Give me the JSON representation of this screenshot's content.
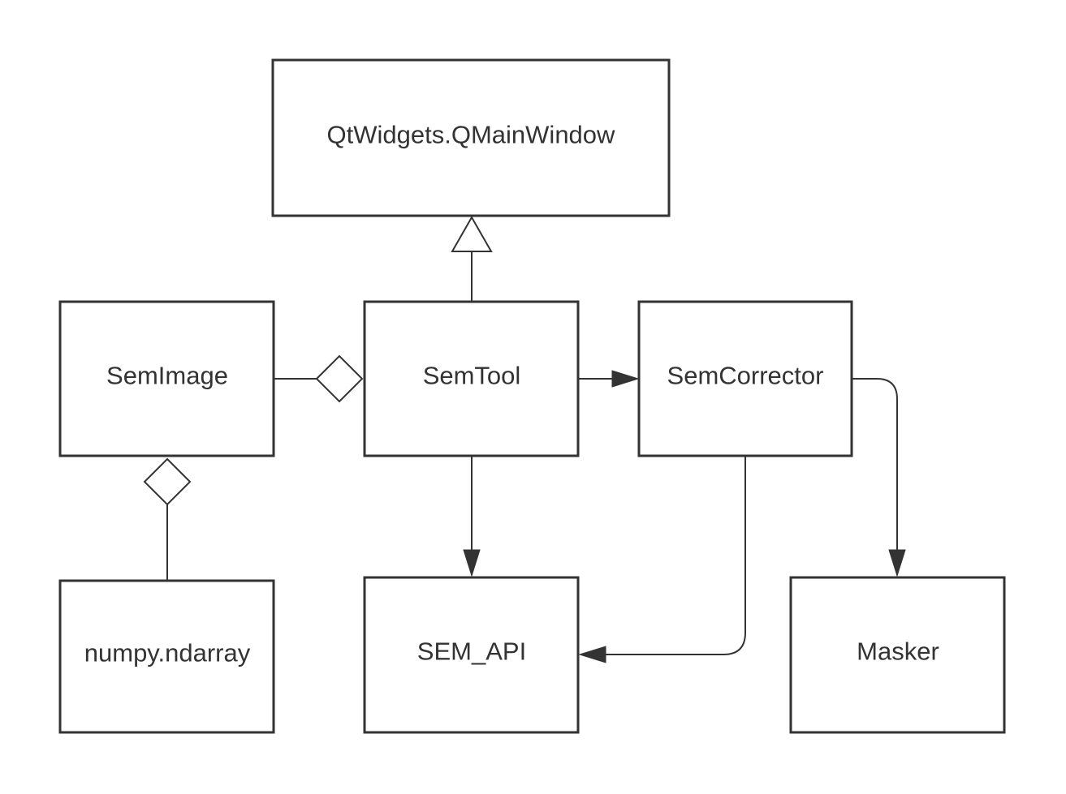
{
  "classes": {
    "qmainwindow": "QtWidgets.QMainWindow",
    "semimage": "SemImage",
    "semtool": "SemTool",
    "semcorrector": "SemCorrector",
    "ndarray": "numpy.ndarray",
    "semapi": "SEM_API",
    "masker": "Masker"
  },
  "relationships": [
    {
      "from": "semtool",
      "to": "qmainwindow",
      "type": "inheritance"
    },
    {
      "from": "semimage",
      "to": "semtool",
      "type": "aggregation"
    },
    {
      "from": "ndarray",
      "to": "semimage",
      "type": "aggregation"
    },
    {
      "from": "semtool",
      "to": "semcorrector",
      "type": "association"
    },
    {
      "from": "semtool",
      "to": "semapi",
      "type": "association"
    },
    {
      "from": "semcorrector",
      "to": "semapi",
      "type": "association"
    },
    {
      "from": "semcorrector",
      "to": "masker",
      "type": "association"
    }
  ],
  "colors": {
    "stroke": "#333333",
    "background": "#ffffff"
  }
}
